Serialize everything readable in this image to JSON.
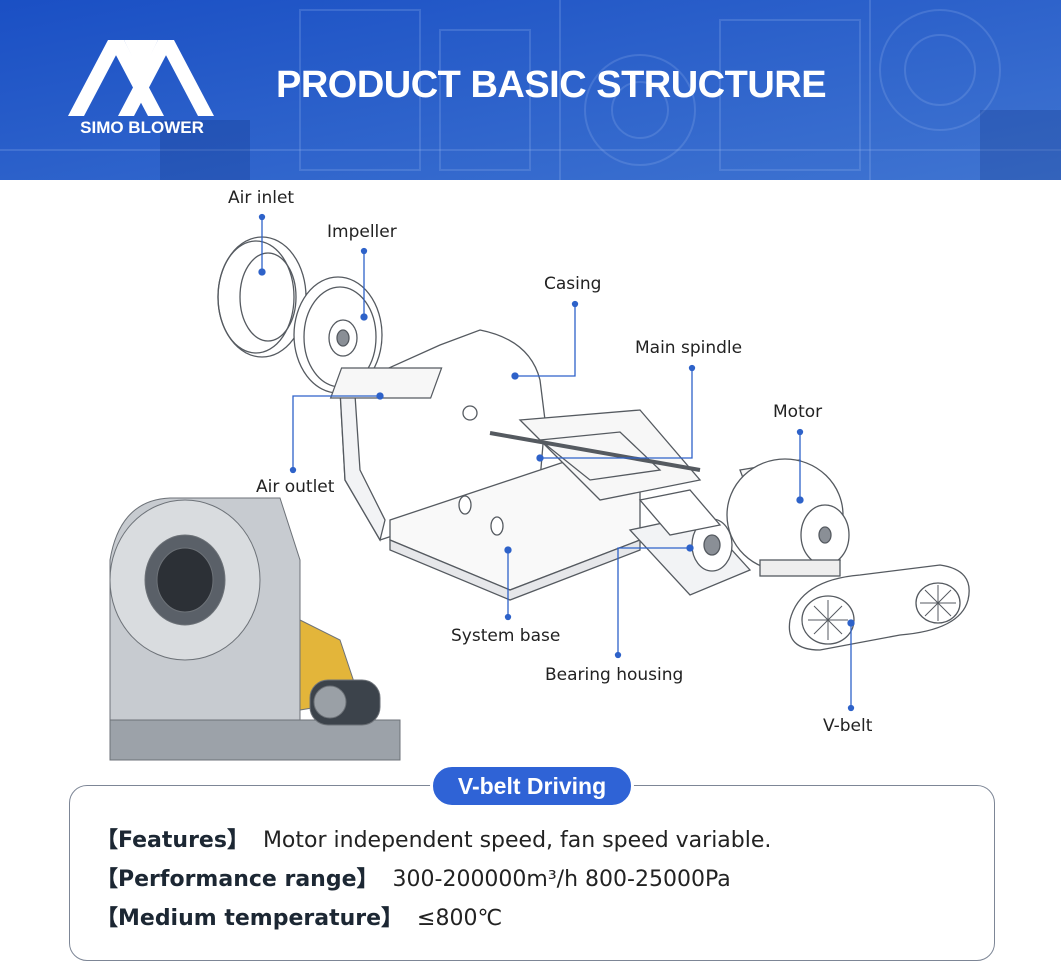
{
  "brand": {
    "name": "SIMO BLOWER",
    "logo_icon": "simo-x-logo-icon",
    "color": "#2a62cf"
  },
  "page": {
    "title": "PRODUCT BASIC STRUCTURE"
  },
  "diagram": {
    "labels": {
      "air_inlet": "Air inlet",
      "impeller": "Impeller",
      "casing": "Casing",
      "main_spindle": "Main spindle",
      "motor": "Motor",
      "air_outlet": "Air outlet",
      "system_base": "System base",
      "bearing_housing": "Bearing housing",
      "v_belt": "V-belt"
    },
    "leader_color": "#2e62c9"
  },
  "spec": {
    "heading": "V-belt Driving",
    "rows": [
      {
        "key": "【Features】",
        "value": "Motor independent speed, fan speed variable."
      },
      {
        "key": "【Performance range】",
        "value": "300-200000m³/h  800-25000Pa"
      },
      {
        "key": "【Medium temperature】",
        "value": "≤800℃"
      }
    ]
  }
}
